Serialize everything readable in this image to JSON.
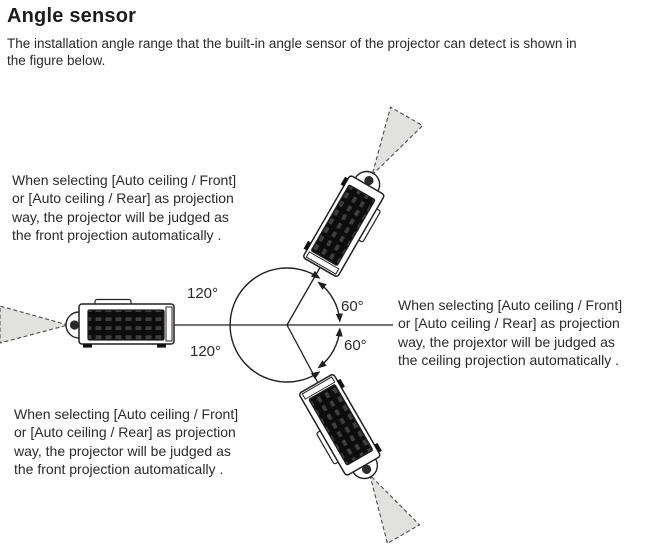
{
  "page": {
    "title": "Angle sensor",
    "intro_lines": [
      "The installation angle range that the built-in angle sensor of the projector can detect is shown in",
      "the figure below."
    ]
  },
  "diagram": {
    "angle_labels": {
      "left_top": "120°",
      "left_bottom": "120°",
      "right_top": "60°",
      "right_bottom": "60°"
    },
    "annotations": {
      "front_top": {
        "lines": [
          "When selecting [Auto ceiling / Front]",
          "or [Auto ceiling / Rear] as projection",
          "way, the projector will be judged as",
          "the front projection automatically ."
        ]
      },
      "ceiling_right": {
        "lines": [
          "When selecting [Auto ceiling / Front]",
          "or [Auto ceiling / Rear] as projection",
          "way, the projextor will be judged as",
          "the ceiling projection automatically ."
        ]
      },
      "front_bottom": {
        "lines": [
          "When selecting [Auto ceiling / Front]",
          "or [Auto ceiling / Rear] as projection",
          "way, the projector will be judged as",
          "the front projection automatically ."
        ]
      }
    },
    "icons": {
      "projector_front": "projector-side-view-icon",
      "projector_up": "projector-tilted-up-icon",
      "projector_down": "projector-tilted-down-icon",
      "light_beam": "light-beam-cone-icon",
      "arrows": "arc-arrowhead-icon"
    },
    "colors": {
      "text": "#231f20",
      "line": "#231f20",
      "beam_fill": "#e1e1e0",
      "beam_stroke": "#4a4a48",
      "projector_body": "#ffffff",
      "projector_panel": "#0d0d0d"
    }
  }
}
